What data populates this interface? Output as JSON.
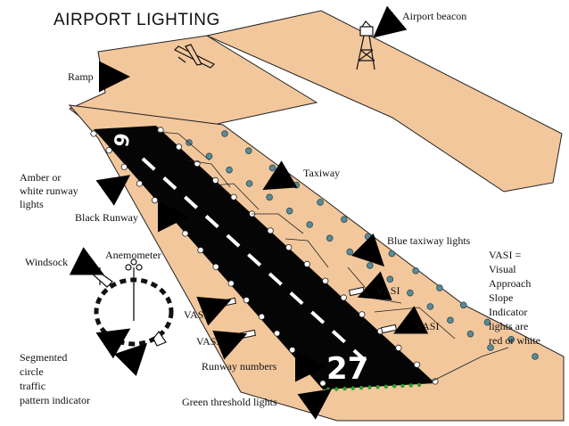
{
  "title": "AIRPORT LIGHTING",
  "labels": {
    "airport_beacon": "Airport beacon",
    "ramp": "Ramp",
    "taxiway": "Taxiway",
    "amber_lights": [
      "Amber or",
      "white runway",
      "lights"
    ],
    "black_runway": "Black Runway",
    "blue_taxiway_lights": "Blue taxiway lights",
    "vasi_note": [
      "VASI =",
      "Visual",
      "Approach",
      "Slope",
      "Indicator",
      "lights are",
      "red or white"
    ],
    "anemometer": "Anemometer",
    "windsock": "Windsock",
    "vasi": "VASI",
    "segmented_circle": [
      "Segmented",
      "circle",
      "traffic",
      "pattern indicator"
    ],
    "runway_numbers": "Runway numbers",
    "green_threshold_lights": "Green threshold lights"
  },
  "runway_numbers": {
    "near": "27",
    "far": "9"
  },
  "colors": {
    "ground": "#f2c79c",
    "runway": "#050505",
    "taxi_light": "#5a8a96",
    "threshold_light": "#2fa02f"
  }
}
